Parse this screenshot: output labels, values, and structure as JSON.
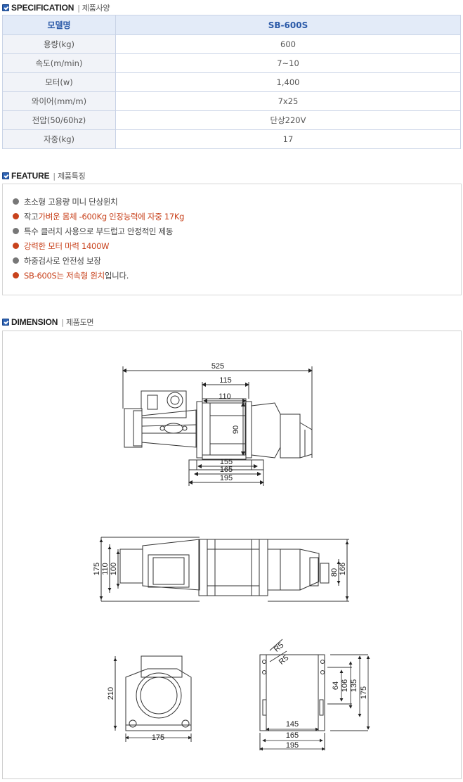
{
  "spec": {
    "title": "SPECIFICATION",
    "subtitle": "제품사양",
    "header": [
      "모델명",
      "SB-600S"
    ],
    "rows": [
      {
        "label": "용량(kg)",
        "value": "600"
      },
      {
        "label": "속도(m/min)",
        "value": "7~10"
      },
      {
        "label": "모터(w)",
        "value": "1,400"
      },
      {
        "label": "와이어(mm/m)",
        "value": "7x25"
      },
      {
        "label": "전압(50/60hz)",
        "value": "단상220V"
      },
      {
        "label": "자중(kg)",
        "value": "17"
      }
    ]
  },
  "feature": {
    "title": "FEATURE",
    "subtitle": "제품특징",
    "items": [
      {
        "parts": [
          {
            "text": "초소형 고용량 미니 단상윈치",
            "hl": false
          }
        ],
        "bullet": "gray"
      },
      {
        "parts": [
          {
            "text": "작고 ",
            "hl": false
          },
          {
            "text": "가벼운 몸체 -600Kg 인장능력에 자중 17Kg",
            "hl": true
          }
        ],
        "bullet": "red"
      },
      {
        "parts": [
          {
            "text": "특수 클러치 사용으로 부드럽고 안정적인 제동",
            "hl": false
          }
        ],
        "bullet": "gray"
      },
      {
        "parts": [
          {
            "text": "강력한 모터 마력 1400W",
            "hl": true
          }
        ],
        "bullet": "red"
      },
      {
        "parts": [
          {
            "text": "하중검사로 안전성 보장",
            "hl": false
          }
        ],
        "bullet": "gray"
      },
      {
        "parts": [
          {
            "text": "SB-600S는 저속형 윈치",
            "hl": true
          },
          {
            "text": "입니다.",
            "hl": false
          }
        ],
        "bullet": "red"
      }
    ]
  },
  "dimension": {
    "title": "DIMENSION",
    "subtitle": "제품도면",
    "top": {
      "overall": "525",
      "frame_top": "115",
      "frame_inner": "110",
      "frame_height": "90",
      "base1": "155",
      "base2": "165",
      "base3": "195"
    },
    "side": {
      "outer": "175",
      "mid": "110",
      "inner": "100",
      "right_outer": "166",
      "right_inner": "80"
    },
    "front": {
      "height": "210",
      "width": "175"
    },
    "base_plate": {
      "r1": "R5",
      "r2": "R5",
      "w1": "145",
      "w2": "165",
      "w3": "195",
      "h1": "64",
      "h2": "106",
      "h3": "135",
      "h4": "175"
    }
  }
}
